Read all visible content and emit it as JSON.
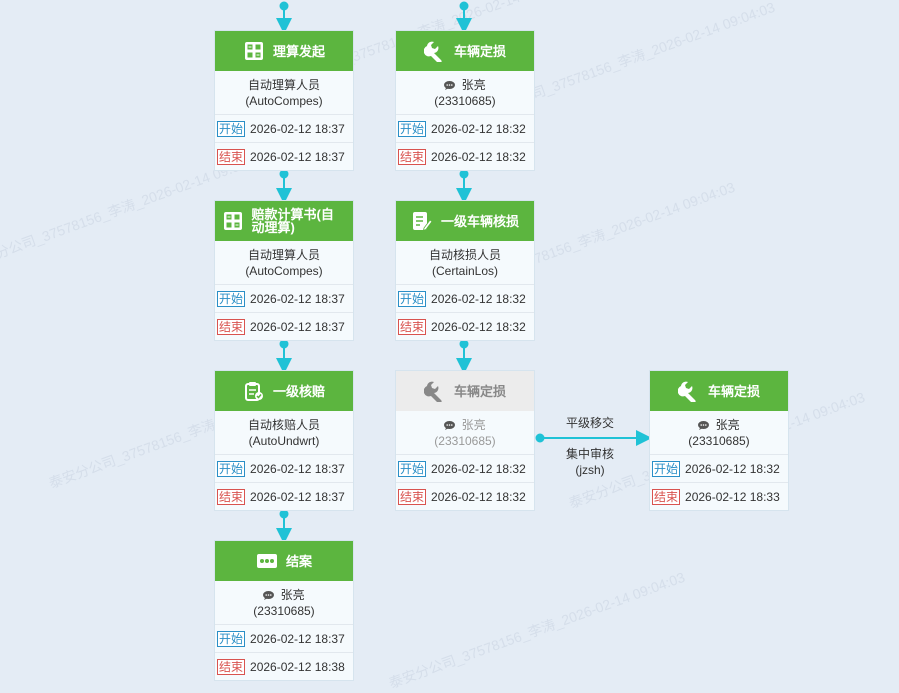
{
  "watermark": "泰安分公司_37578156_李涛_2026-02-14 09:04:03",
  "labels": {
    "start": "开始",
    "end": "结束"
  },
  "nodes": [
    {
      "id": "n1",
      "title": "理算发起",
      "icon": "calculator-icon",
      "person": "自动理算人员",
      "code": "(AutoCompes)",
      "has_bubble": false,
      "start": "2026-02-12 18:37",
      "end": "2026-02-12 18:37"
    },
    {
      "id": "n2",
      "title": "赔款计算书(自动理算)",
      "icon": "calculator-icon",
      "person": "自动理算人员",
      "code": "(AutoCompes)",
      "has_bubble": false,
      "start": "2026-02-12 18:37",
      "end": "2026-02-12 18:37"
    },
    {
      "id": "n3",
      "title": "一级核赔",
      "icon": "clipboard-icon",
      "person": "自动核赔人员",
      "code": "(AutoUndwrt)",
      "has_bubble": false,
      "start": "2026-02-12 18:37",
      "end": "2026-02-12 18:37"
    },
    {
      "id": "n4",
      "title": "结案",
      "icon": "dots-icon",
      "person": "张亮",
      "code": "(23310685)",
      "has_bubble": true,
      "start": "2026-02-12 18:37",
      "end": "2026-02-12 18:38"
    },
    {
      "id": "n5",
      "title": "车辆定损",
      "icon": "wrench-icon",
      "person": "张亮",
      "code": "(23310685)",
      "has_bubble": true,
      "start": "2026-02-12 18:32",
      "end": "2026-02-12 18:32"
    },
    {
      "id": "n6",
      "title": "一级车辆核损",
      "icon": "edit-doc-icon",
      "person": "自动核损人员",
      "code": "(CertainLos)",
      "has_bubble": false,
      "start": "2026-02-12 18:32",
      "end": "2026-02-12 18:32"
    },
    {
      "id": "n7",
      "title": "车辆定损",
      "icon": "wrench-icon",
      "person": "张亮",
      "code": "(23310685)",
      "has_bubble": true,
      "start": "2026-02-12 18:32",
      "end": "2026-02-12 18:32"
    },
    {
      "id": "n8",
      "title": "车辆定损",
      "icon": "wrench-icon",
      "person": "张亮",
      "code": "(23310685)",
      "has_bubble": true,
      "start": "2026-02-12 18:32",
      "end": "2026-02-12 18:33"
    }
  ],
  "edge": {
    "label_top": "平级移交",
    "label_bottom_line1": "集中审核",
    "label_bottom_line2": "(jzsh)"
  },
  "colors": {
    "header_green": "#5cb53f",
    "connector": "#1fc2d6",
    "start_tag": "#2a8fc7",
    "end_tag": "#d9534f"
  }
}
